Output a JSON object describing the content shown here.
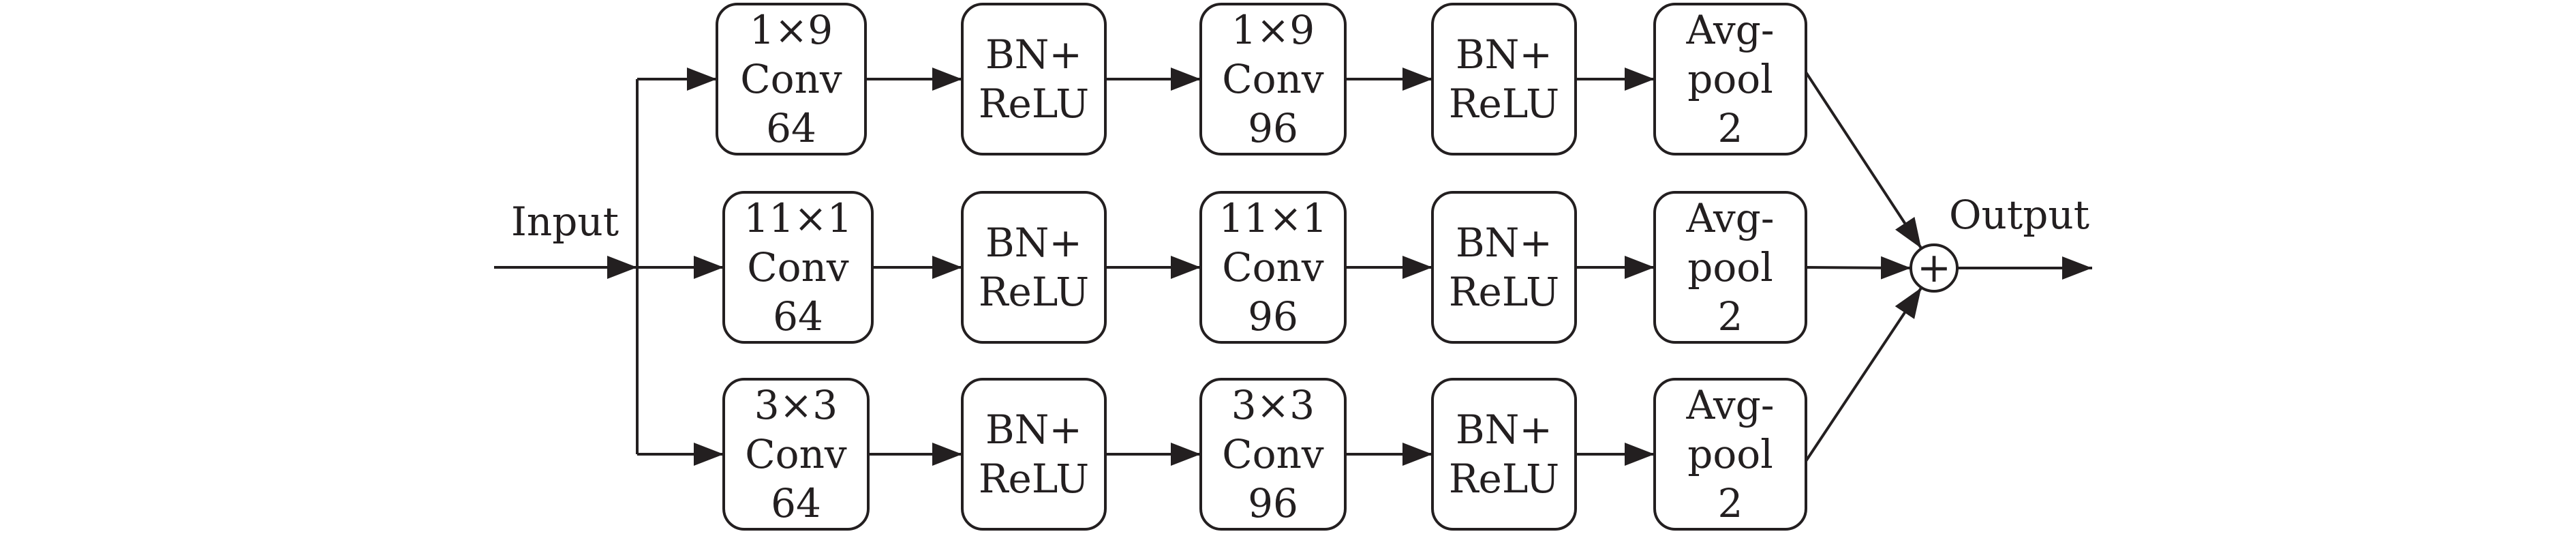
{
  "input_label": "Input",
  "output_label": "Output",
  "sum_symbol": "+",
  "rows": [
    {
      "blocks": [
        {
          "lines": [
            "1×9",
            "Conv",
            "64"
          ]
        },
        {
          "lines": [
            "BN+",
            "ReLU"
          ]
        },
        {
          "lines": [
            "1×9",
            "Conv",
            "96"
          ]
        },
        {
          "lines": [
            "BN+",
            "ReLU"
          ]
        },
        {
          "lines": [
            "Avg-",
            "pool",
            "2"
          ]
        }
      ]
    },
    {
      "blocks": [
        {
          "lines": [
            "11×1",
            "Conv",
            "64"
          ]
        },
        {
          "lines": [
            "BN+",
            "ReLU"
          ]
        },
        {
          "lines": [
            "11×1",
            "Conv",
            "96"
          ]
        },
        {
          "lines": [
            "BN+",
            "ReLU"
          ]
        },
        {
          "lines": [
            "Avg-",
            "pool",
            "2"
          ]
        }
      ]
    },
    {
      "blocks": [
        {
          "lines": [
            "3×3",
            "Conv",
            "64"
          ]
        },
        {
          "lines": [
            "BN+",
            "ReLU"
          ]
        },
        {
          "lines": [
            "3×3",
            "Conv",
            "96"
          ]
        },
        {
          "lines": [
            "BN+",
            "ReLU"
          ]
        },
        {
          "lines": [
            "Avg-",
            "pool",
            "2"
          ]
        }
      ]
    }
  ]
}
